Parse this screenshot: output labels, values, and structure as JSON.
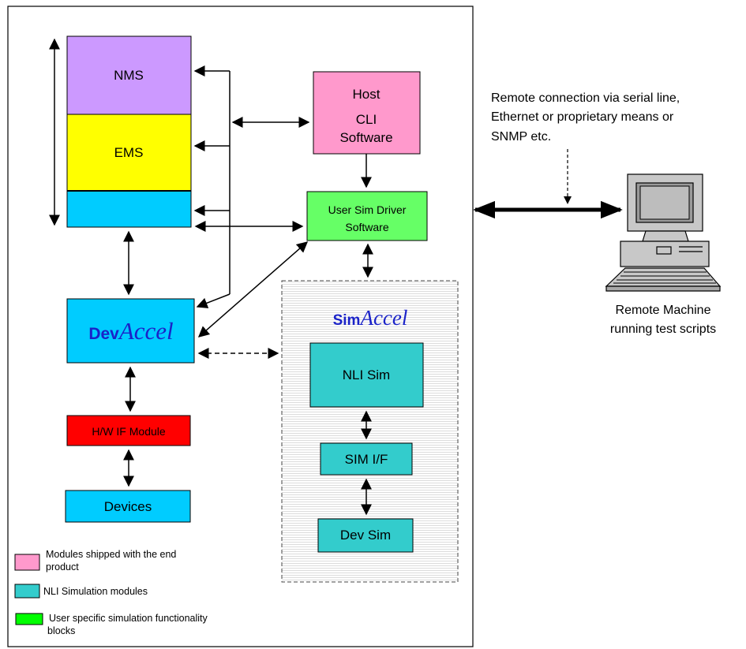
{
  "blocks": {
    "nms": "NMS",
    "ems": "EMS",
    "host_cli": [
      "Host",
      "CLI",
      "Software"
    ],
    "user_sim_driver": [
      "User Sim Driver",
      "Software"
    ],
    "devaccel": {
      "prefix": "Dev",
      "suffix": "Accel"
    },
    "hw_if": "H/W IF Module",
    "devices": "Devices",
    "simaccel": {
      "prefix": "Sim",
      "suffix": "Accel"
    },
    "nli_sim": "NLI Sim",
    "sim_if": "SIM I/F",
    "dev_sim": "Dev Sim"
  },
  "remote": {
    "connection_note": [
      "Remote connection via serial line,",
      "Ethernet or proprietary means or",
      "SNMP etc."
    ],
    "machine_label": [
      "Remote Machine",
      "running test scripts"
    ]
  },
  "legend": {
    "items": [
      {
        "lines": [
          "Modules shipped with the end",
          "product"
        ],
        "color": "#ff99cc"
      },
      {
        "lines": [
          "NLI Simulation modules"
        ],
        "color": "#33cccc"
      },
      {
        "lines": [
          "User specific simulation functionality",
          "blocks"
        ],
        "color": "#00ff00"
      }
    ]
  },
  "colors": {
    "nms": "#cc99ff",
    "ems": "#ffff00",
    "app": "#00ccff",
    "host": "#ff99cc",
    "driver": "#66ff66",
    "sim": "#33cccc",
    "hw": "#ff0000"
  }
}
